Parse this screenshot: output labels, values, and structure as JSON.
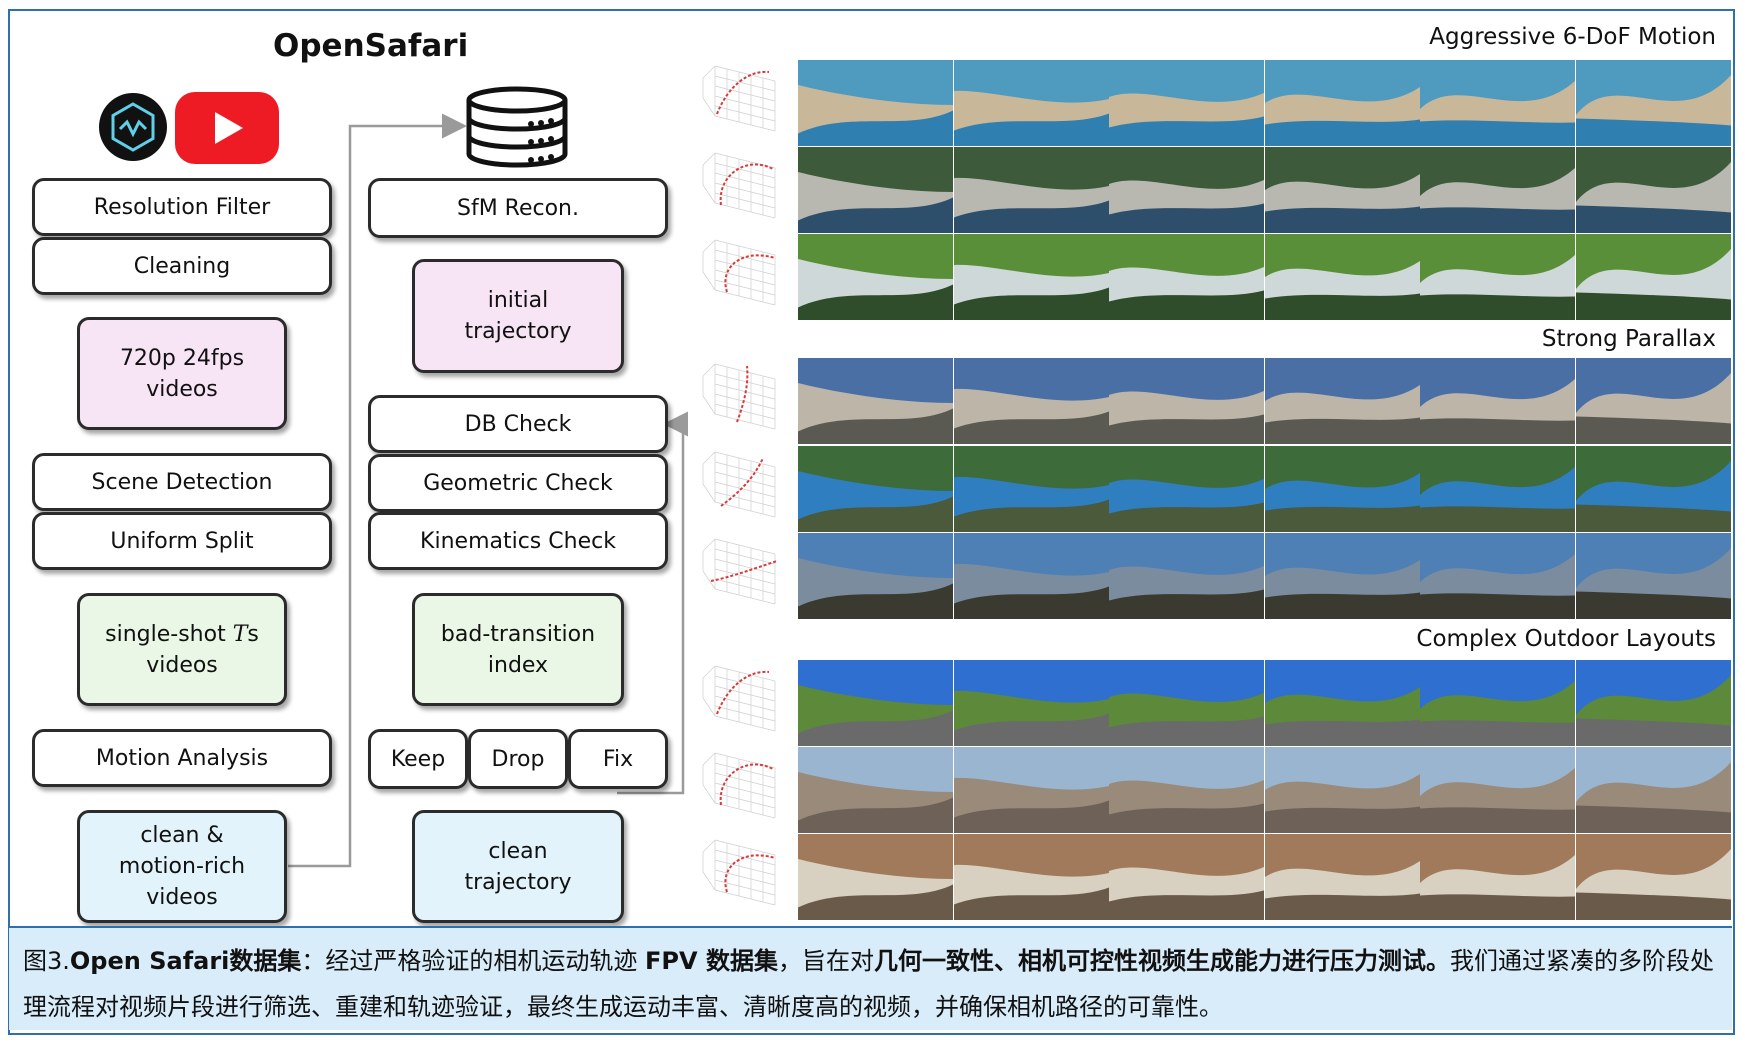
{
  "title": "OpenSafari",
  "icons": [
    "brand-logo-icon",
    "youtube-icon",
    "database-icon"
  ],
  "pipeline": {
    "left": [
      {
        "id": "resolution-filter",
        "label": "Resolution Filter",
        "style": "white"
      },
      {
        "id": "cleaning",
        "label": "Cleaning",
        "style": "white"
      },
      {
        "id": "720p-videos",
        "label": "720p 24fps\nvideos",
        "style": "pink"
      },
      {
        "id": "scene-detection",
        "label": "Scene Detection",
        "style": "white"
      },
      {
        "id": "uniform-split",
        "label": "Uniform Split",
        "style": "white"
      },
      {
        "id": "single-shot-videos",
        "label_a": "single-shot ",
        "label_math": "T",
        "label_b": "s\nvideos",
        "style": "green"
      },
      {
        "id": "motion-analysis",
        "label": "Motion Analysis",
        "style": "white"
      },
      {
        "id": "clean-motion-rich",
        "label": "clean &\nmotion-rich\nvideos",
        "style": "blue"
      }
    ],
    "right": [
      {
        "id": "sfm-recon",
        "label": "SfM Recon.",
        "style": "white"
      },
      {
        "id": "initial-trajectory",
        "label": "initial\ntrajectory",
        "style": "pink"
      },
      {
        "id": "db-check",
        "label": "DB Check",
        "style": "white"
      },
      {
        "id": "geometric-check",
        "label": "Geometric Check",
        "style": "white"
      },
      {
        "id": "kinematics-check",
        "label": "Kinematics Check",
        "style": "white"
      },
      {
        "id": "bad-transition-index",
        "label": "bad-transition\nindex",
        "style": "green"
      },
      {
        "id": "keep",
        "label": "Keep",
        "style": "white"
      },
      {
        "id": "drop",
        "label": "Drop",
        "style": "white"
      },
      {
        "id": "fix",
        "label": "Fix",
        "style": "white"
      },
      {
        "id": "clean-trajectory",
        "label": "clean\ntrajectory",
        "style": "blue"
      }
    ]
  },
  "sections": [
    {
      "label": "Aggressive 6-DoF Motion",
      "rows": [
        {
          "palette": [
            "#4f9bbf",
            "#c9b79a",
            "#2f7fb0"
          ]
        },
        {
          "palette": [
            "#3d5a3a",
            "#b8b8b0",
            "#2d4f6b"
          ]
        },
        {
          "palette": [
            "#5a8f3a",
            "#cfd8d8",
            "#2f4d2a"
          ]
        }
      ]
    },
    {
      "label": "Strong Parallax",
      "rows": [
        {
          "palette": [
            "#4a6fa5",
            "#bdb5a8",
            "#5a5a52"
          ]
        },
        {
          "palette": [
            "#3d6b3a",
            "#2f7fc0",
            "#4a5a3a"
          ]
        },
        {
          "palette": [
            "#4e7fb5",
            "#7a8c9e",
            "#3a3a30"
          ]
        }
      ]
    },
    {
      "label": "Complex Outdoor Layouts",
      "rows": [
        {
          "palette": [
            "#2e6fd0",
            "#5c8a3a",
            "#6a6a6a"
          ]
        },
        {
          "palette": [
            "#9ab5d0",
            "#9a8a7a",
            "#6e6258"
          ]
        },
        {
          "palette": [
            "#a07a5a",
            "#d8d0c0",
            "#6a5a4a"
          ]
        }
      ]
    }
  ],
  "caption": {
    "p1": "图3.",
    "p2": "Open Safari数据集",
    "p3": "：经过严格验证的相机运动轨迹 ",
    "p4": "FPV 数据集",
    "p5": "，旨在对",
    "p6": "几何一致性、相机可控性视频生成能力进行压力测试。",
    "p7": "我们通过紧凑的多阶段处理流程对视频片段进行筛选、重建和轨迹验证，最终生成运动丰富、清晰度高的视频，并确保相机路径的可靠性。"
  },
  "colors": {
    "frame": "#2e6fae",
    "caption_bg": "#d9ecf9",
    "pink": "#f7e4f5",
    "green": "#eaf6e6",
    "blue": "#e3f3fb",
    "arrow": "#9a9a9a",
    "youtube": "#ee1b24"
  }
}
